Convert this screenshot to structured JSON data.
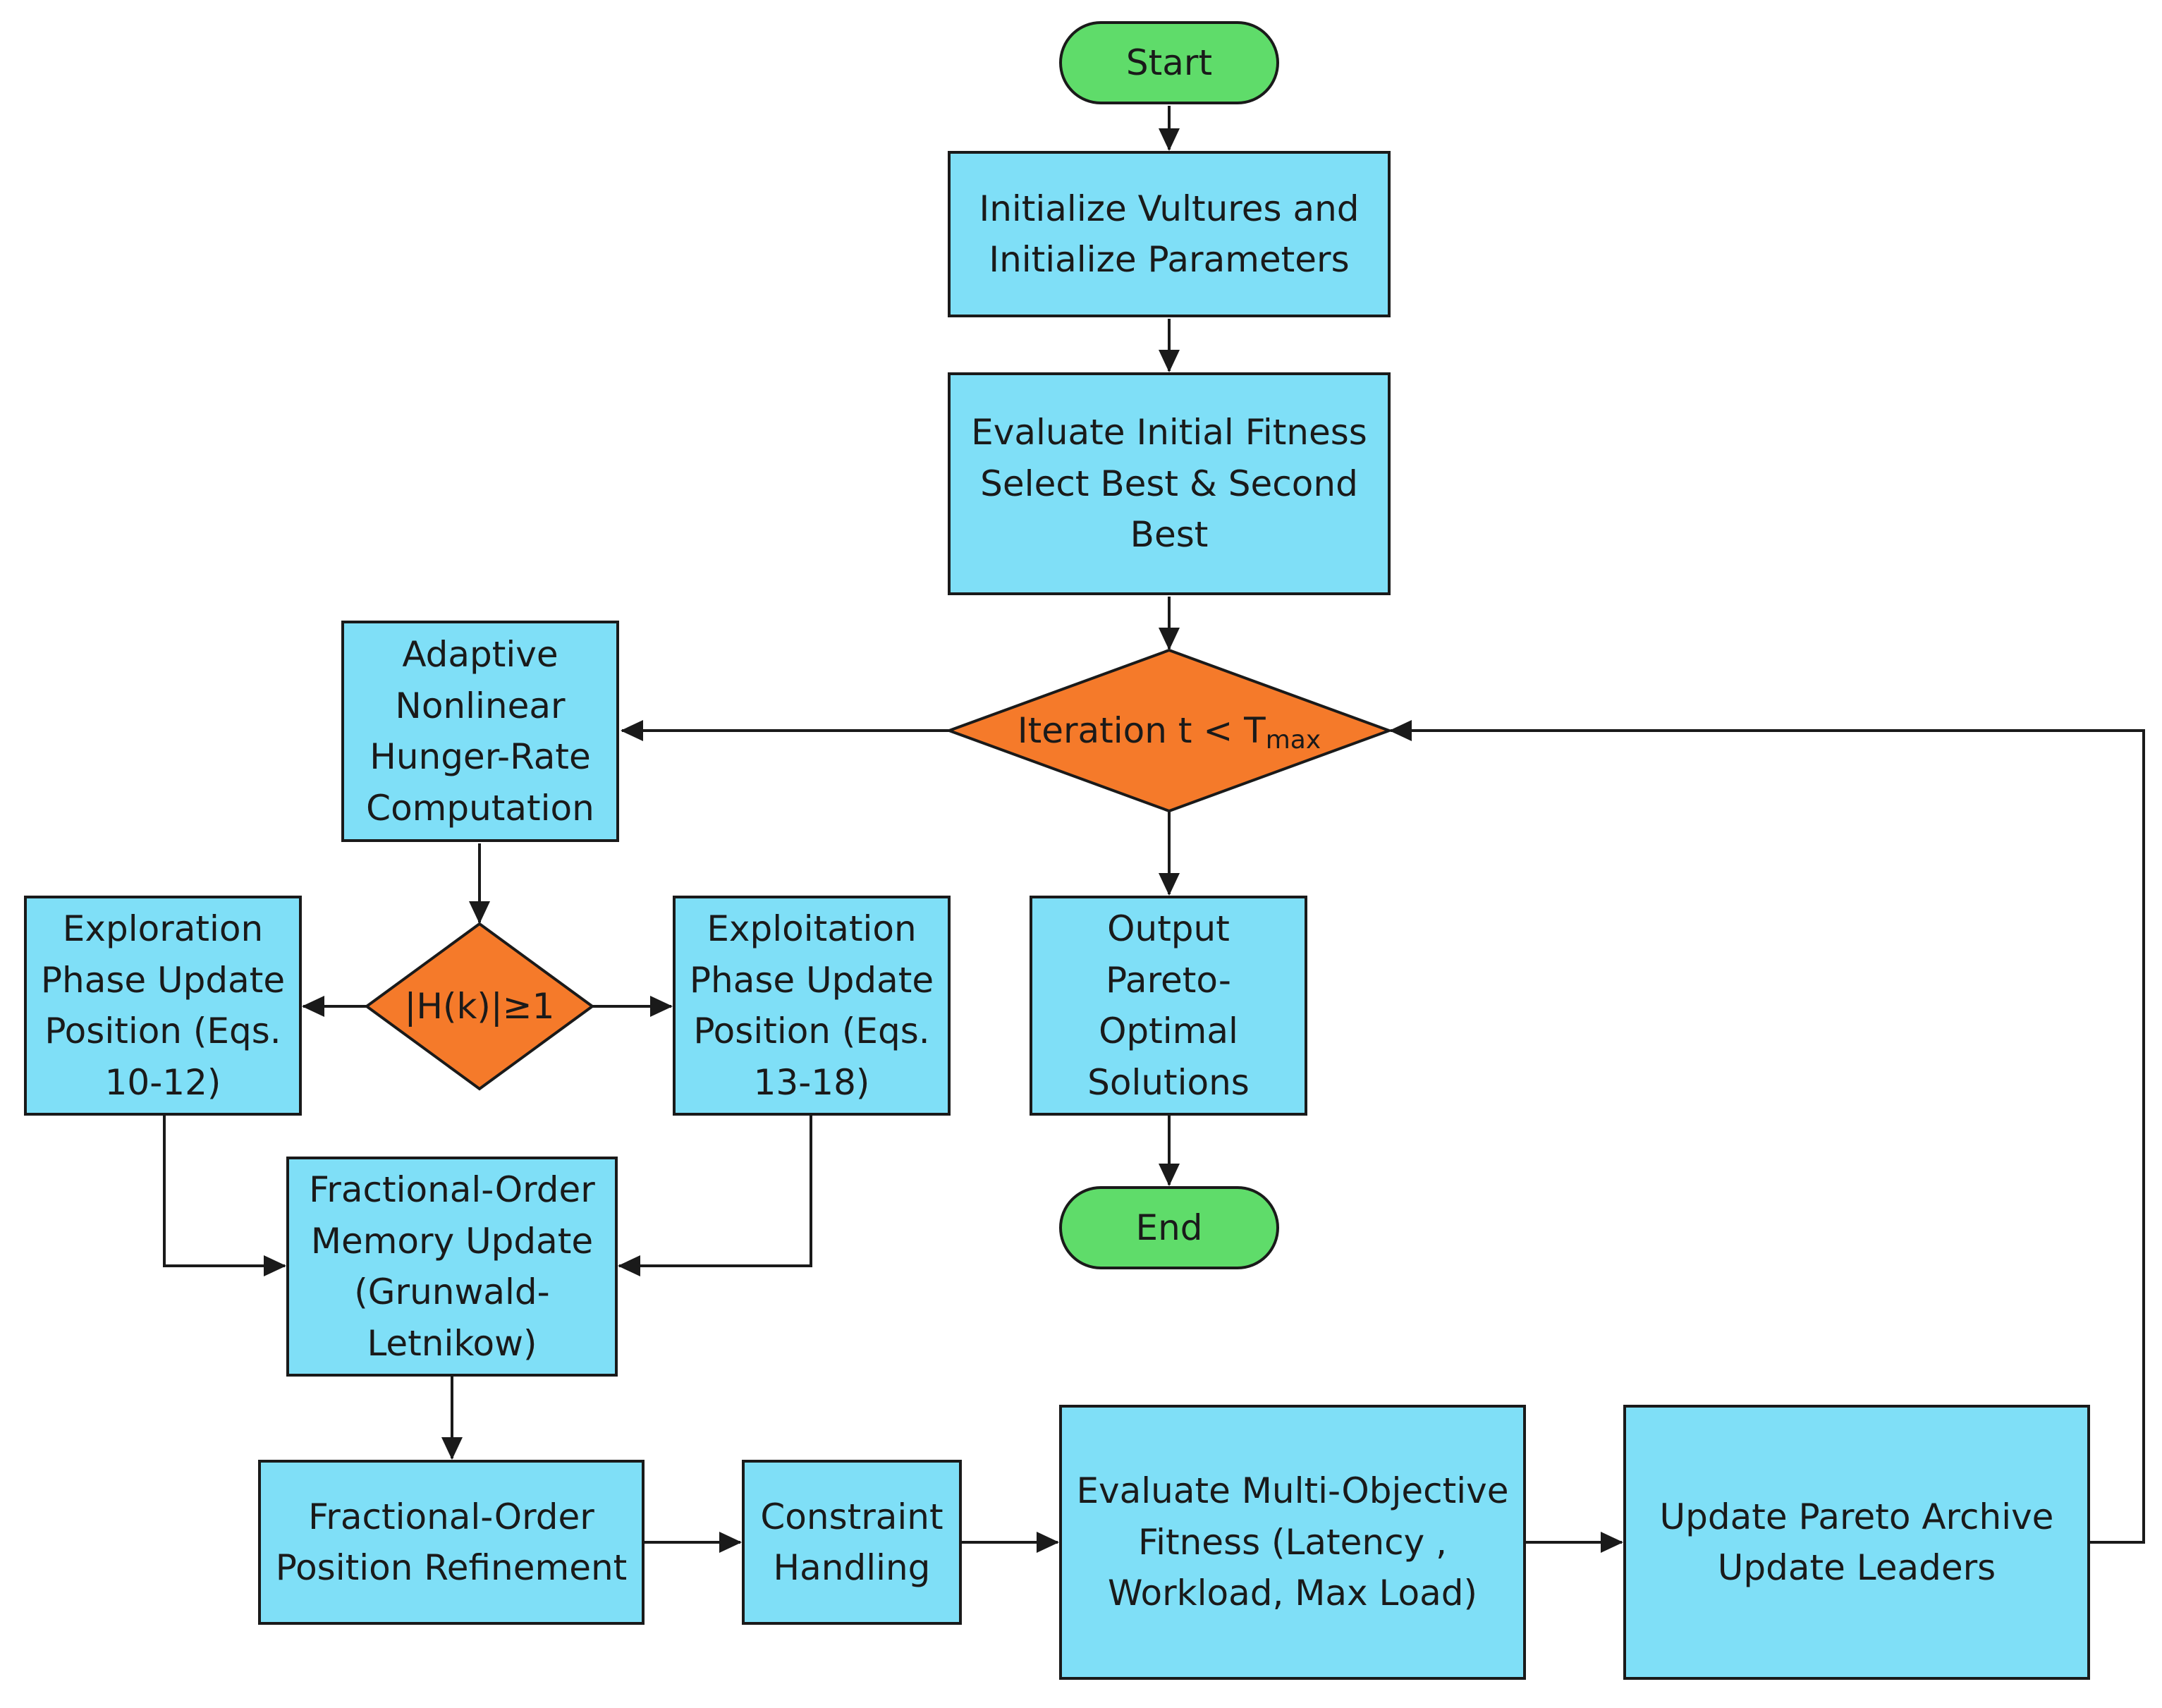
{
  "colors": {
    "process_fill": "#7fdff7",
    "terminal_fill": "#5fdc6a",
    "decision_fill": "#f57a2a",
    "stroke": "#1a1a1a"
  },
  "nodes": {
    "start": "Start",
    "init": "Initialize Vultures and\nInitialize Parameters",
    "evaluate_initial": "Evaluate Initial Fitness\nSelect Best & Second\nBest",
    "iteration_check_prefix": "Iteration t < T",
    "iteration_check_sub": "max",
    "hunger_rate": "Adaptive\nNonlinear\nHunger-Rate\nComputation",
    "h_check": "|H(k)|≥1",
    "exploration": "Exploration\nPhase Update\nPosition (Eqs.\n10-12)",
    "exploitation": "Exploitation\nPhase Update\nPosition (Eqs.\n13-18)",
    "output": "Output\nPareto-\nOptimal\nSolutions",
    "end": "End",
    "memory_update": "Fractional-Order\nMemory Update\n(Grunwald-\nLetnikow)",
    "position_refinement": "Fractional-Order\nPosition Refinement",
    "constraint": "Constraint\nHandling",
    "evaluate_multi": "Evaluate Multi-Objective\nFitness (Latency ,\nWorkload, Max Load)",
    "update_pareto": "Update Pareto Archive\nUpdate Leaders"
  }
}
